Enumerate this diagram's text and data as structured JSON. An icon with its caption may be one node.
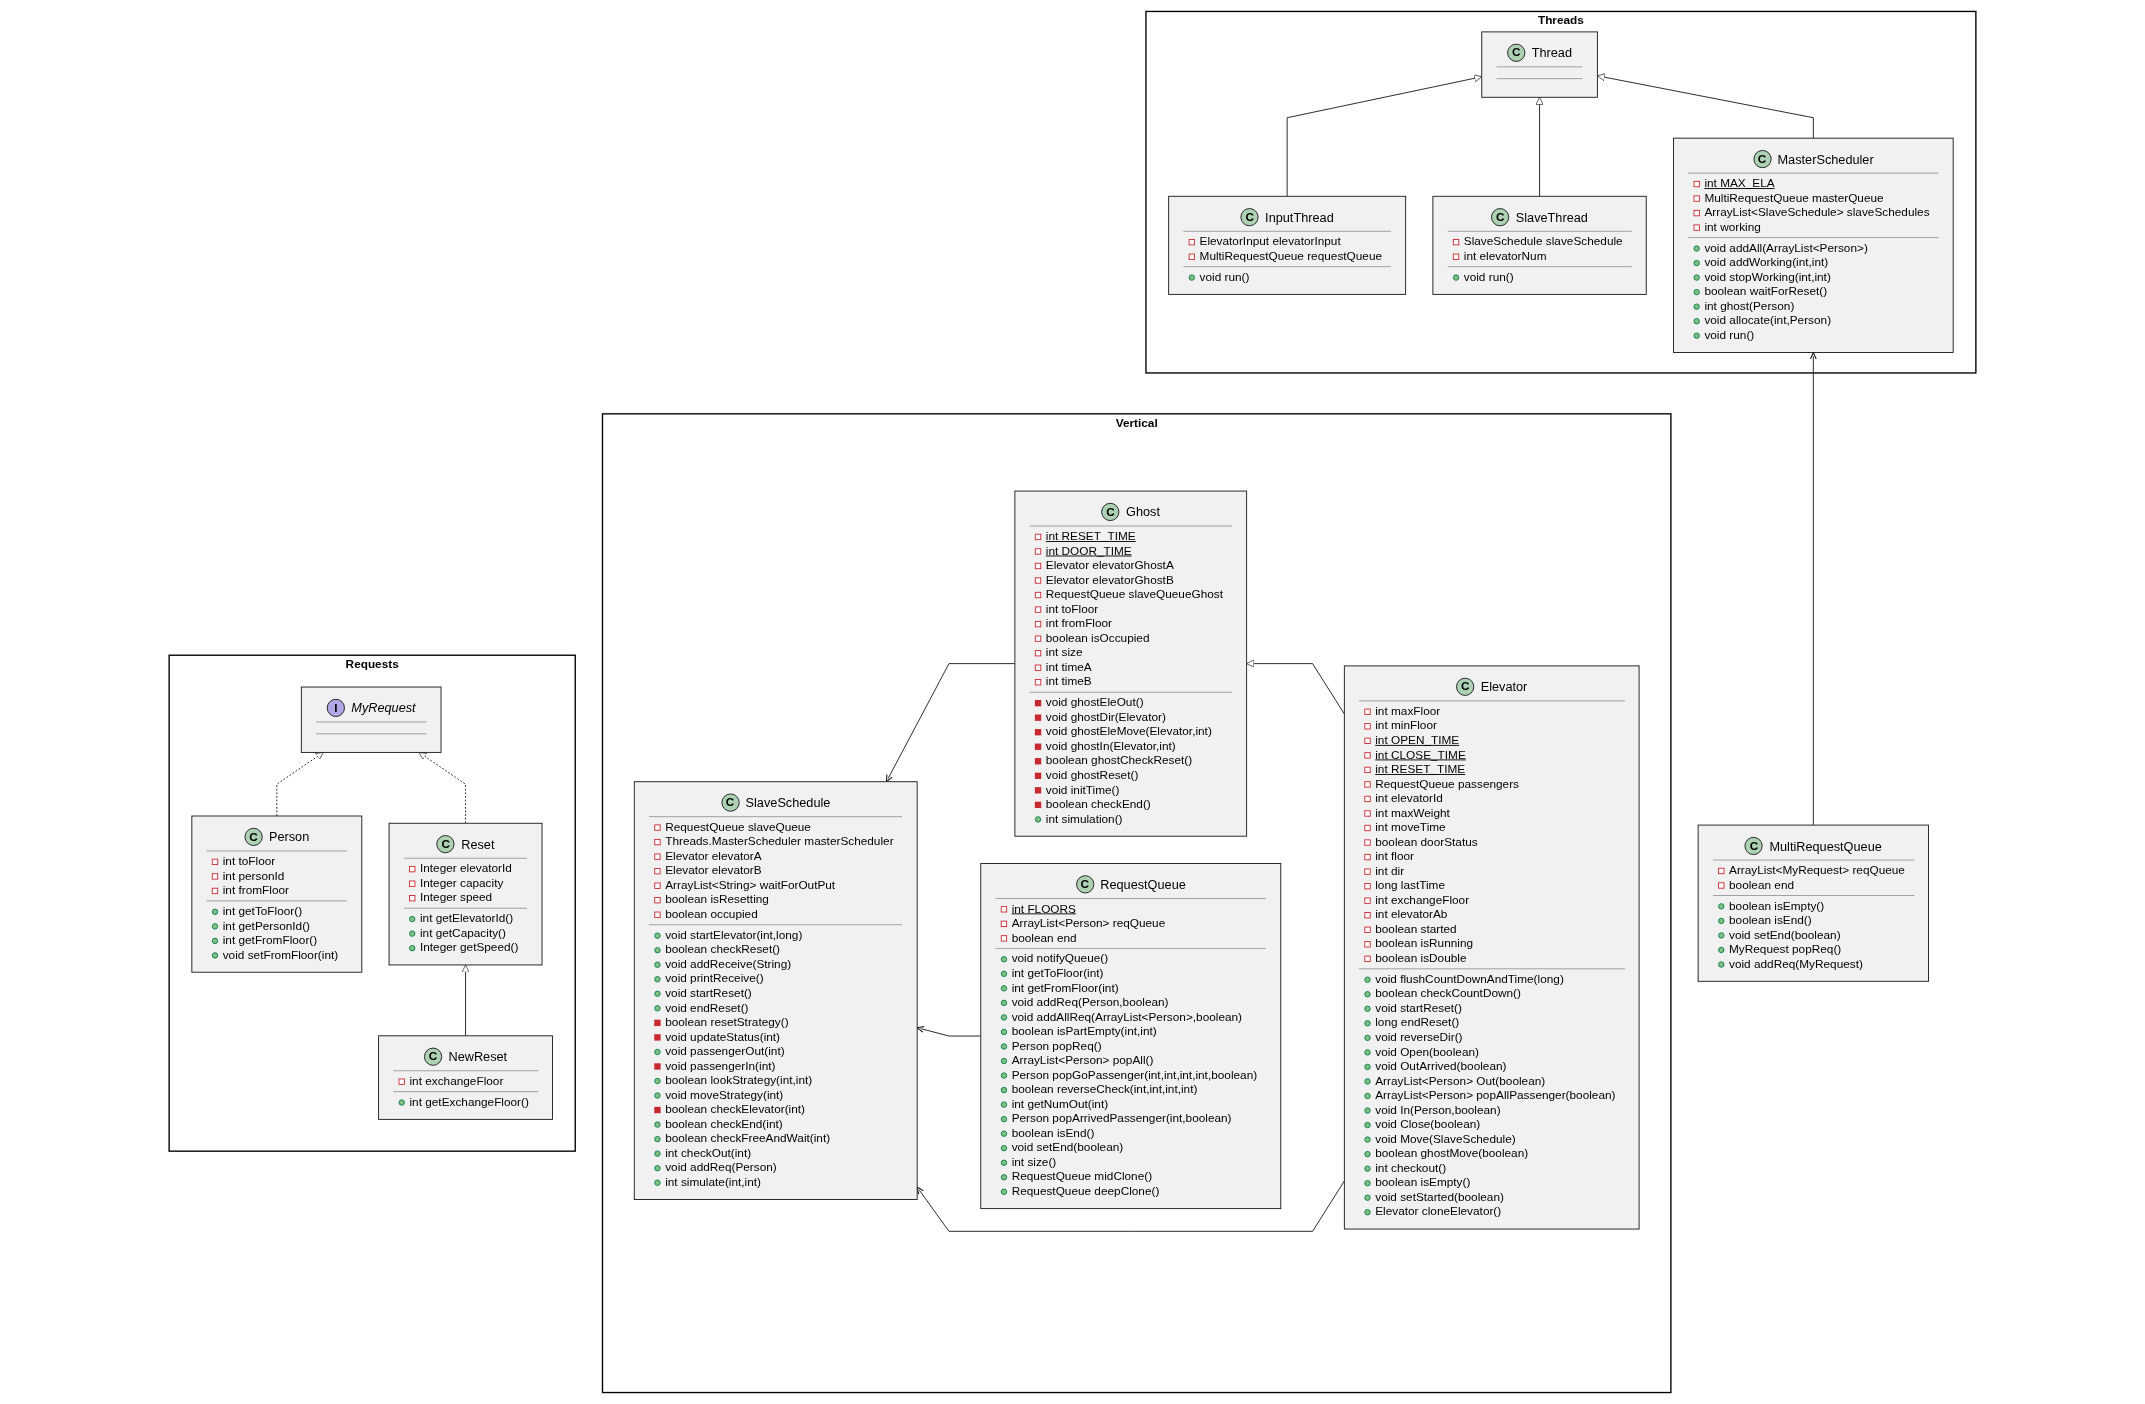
{
  "diagram": {
    "nodes": [
      {
        "text": [
          "Vertical"
        ]
      },
      {
        "text": [
          "C",
          "SlaveSchedule",
          "RequestQueue slaveQueue",
          "Threads.MasterScheduler masterScheduler",
          "Elevator elevatorA",
          "Elevator elevatorB",
          "ArrayList<String> waitForOutPut",
          "boolean isResetting",
          "boolean occupied",
          "void startElevator(int,long)",
          "boolean checkReset()",
          "void addReceive(String)",
          "void printReceive()",
          "void startReset()",
          "void endReset()",
          "boolean resetStrategy()",
          "void updateStatus(int)",
          "void passengerOut(int)",
          "void passengerIn(int)",
          "boolean lookStrategy(int,int)",
          "void moveStrategy(int)",
          "boolean checkElevator(int)",
          "boolean checkEnd(int)",
          "boolean checkFreeAndWait(int)",
          "int checkOut(int)",
          "void addReq(Person)",
          "int simulate(int,int)"
        ],
        "in": 0
      },
      {
        "text": [
          "C",
          "Ghost",
          "int RESET_TIME",
          "int DOOR_TIME",
          "Elevator elevatorGhostA",
          "Elevator elevatorGhostB",
          "RequestQueue slaveQueueGhost",
          "int toFloor",
          "int fromFloor",
          "boolean isOccupied",
          "int size",
          "int timeA",
          "int timeB",
          "void ghostEleOut()",
          "void ghostDir(Elevator)",
          "void ghostEleMove(Elevator,int)",
          "void ghostIn(Elevator,int)",
          "boolean ghostCheckReset()",
          "void ghostReset()",
          "void initTime()",
          "boolean checkEnd()",
          "int simulation()"
        ],
        "in": 0
      },
      {
        "text": [
          "C",
          "RequestQueue",
          "int FLOORS",
          "ArrayList<Person> reqQueue",
          "boolean end",
          "void notifyQueue()",
          "int getToFloor(int)",
          "int getFromFloor(int)",
          "void addReq(Person,boolean)",
          "void addAllReq(ArrayList<Person>,boolean)",
          "boolean isPartEmpty(int,int)",
          "Person popReq()",
          "ArrayList<Person> popAll()",
          "Person popGoPassenger(int,int,int,int,boolean)",
          "boolean reverseCheck(int,int,int,int)",
          "int getNumOut(int)",
          "Person popArrivedPassenger(int,boolean)",
          "boolean isEnd()",
          "void setEnd(boolean)",
          "int size()",
          "RequestQueue midClone()",
          "RequestQueue deepClone()"
        ],
        "in": 0
      },
      {
        "text": [
          "C",
          "Elevator",
          "int maxFloor",
          "int minFloor",
          "int OPEN_TIME",
          "int CLOSE_TIME",
          "int RESET_TIME",
          "RequestQueue passengers",
          "int elevatorId",
          "int maxWeight",
          "int moveTime",
          "boolean doorStatus",
          "int floor",
          "int dir",
          "long lastTime",
          "int exchangeFloor",
          "int elevatorAb",
          "boolean started",
          "boolean isRunning",
          "boolean isDouble",
          "void flushCountDownAndTime(long)",
          "boolean checkCountDown()",
          "void startReset()",
          "long endReset()",
          "void reverseDir()",
          "void Open(boolean)",
          "void OutArrived(boolean)",
          "ArrayList<Person> Out(boolean)",
          "ArrayList<Person> popAllPassenger(boolean)",
          "void In(Person,boolean)",
          "void Close(boolean)",
          "void Move(SlaveSchedule)",
          "boolean ghostMove(boolean)",
          "int checkout()",
          "boolean isEmpty()",
          "void setStarted(boolean)",
          "Elevator cloneElevator()"
        ],
        "in": 0
      },
      {
        "text": [
          "Threads"
        ]
      },
      {
        "text": [
          "C",
          "Thread"
        ],
        "in": 5
      },
      {
        "text": [
          "C",
          "InputThread",
          "ElevatorInput elevatorInput",
          "MultiRequestQueue requestQueue",
          "void run()"
        ],
        "in": 5
      },
      {
        "text": [
          "C",
          "SlaveThread",
          "SlaveSchedule slaveSchedule",
          "int elevatorNum",
          "void run()"
        ],
        "in": 5
      },
      {
        "text": [
          "C",
          "MasterScheduler",
          "int MAX_ELA",
          "MultiRequestQueue masterQueue",
          "ArrayList<SlaveSchedule> slaveSchedules",
          "int working",
          "void addAll(ArrayList<Person>)",
          "void addWorking(int,int)",
          "void stopWorking(int,int)",
          "boolean waitForReset()",
          "int ghost(Person)",
          "void allocate(int,Person)",
          "void run()"
        ],
        "in": 5
      },
      {
        "text": [
          "Requests"
        ]
      },
      {
        "text": [
          "I",
          "MyRequest"
        ],
        "in": 10
      },
      {
        "text": [
          "C",
          "Person",
          "int toFloor",
          "int personId",
          "int fromFloor",
          "int getToFloor()",
          "int getPersonId()",
          "int getFromFloor()",
          "void setFromFloor(int)"
        ],
        "in": 10
      },
      {
        "text": [
          "C",
          "Reset",
          "Integer elevatorId",
          "Integer capacity",
          "Integer speed",
          "int getElevatorId()",
          "int getCapacity()",
          "Integer getSpeed()"
        ],
        "in": 10
      },
      {
        "text": [
          "C",
          "NewReset",
          "int exchangeFloor",
          "int getExchangeFloor()"
        ],
        "in": 10
      },
      {
        "text": [
          "C",
          "MultiRequestQueue",
          "ArrayList<MyRequest> reqQueue",
          "boolean end",
          "boolean isEmpty()",
          "boolean isEnd()",
          "void setEnd(boolean)",
          "MyRequest popReq()",
          "void addReq(MyRequest)"
        ]
      }
    ],
    "edges": [
      {
        "from": 2,
        "to": 1,
        "arrow": "to"
      },
      {
        "from": 3,
        "to": 1,
        "arrow": "to"
      },
      {
        "from": 4,
        "to": 1,
        "arrow": "to"
      },
      {
        "from": 4,
        "to": 2,
        "arrow": "to"
      },
      {
        "from": 7,
        "to": 6,
        "arrow": "to"
      },
      {
        "from": 8,
        "to": 6,
        "arrow": "to"
      },
      {
        "from": 9,
        "to": 6,
        "arrow": "to"
      },
      {
        "from": 15,
        "to": 9,
        "arrow": "to"
      },
      {
        "from": 12,
        "to": 11,
        "arrow": "to",
        "style": "dashed"
      },
      {
        "from": 13,
        "to": 11,
        "arrow": "to",
        "style": "dashed"
      },
      {
        "from": 14,
        "to": 13,
        "arrow": "to"
      }
    ]
  }
}
